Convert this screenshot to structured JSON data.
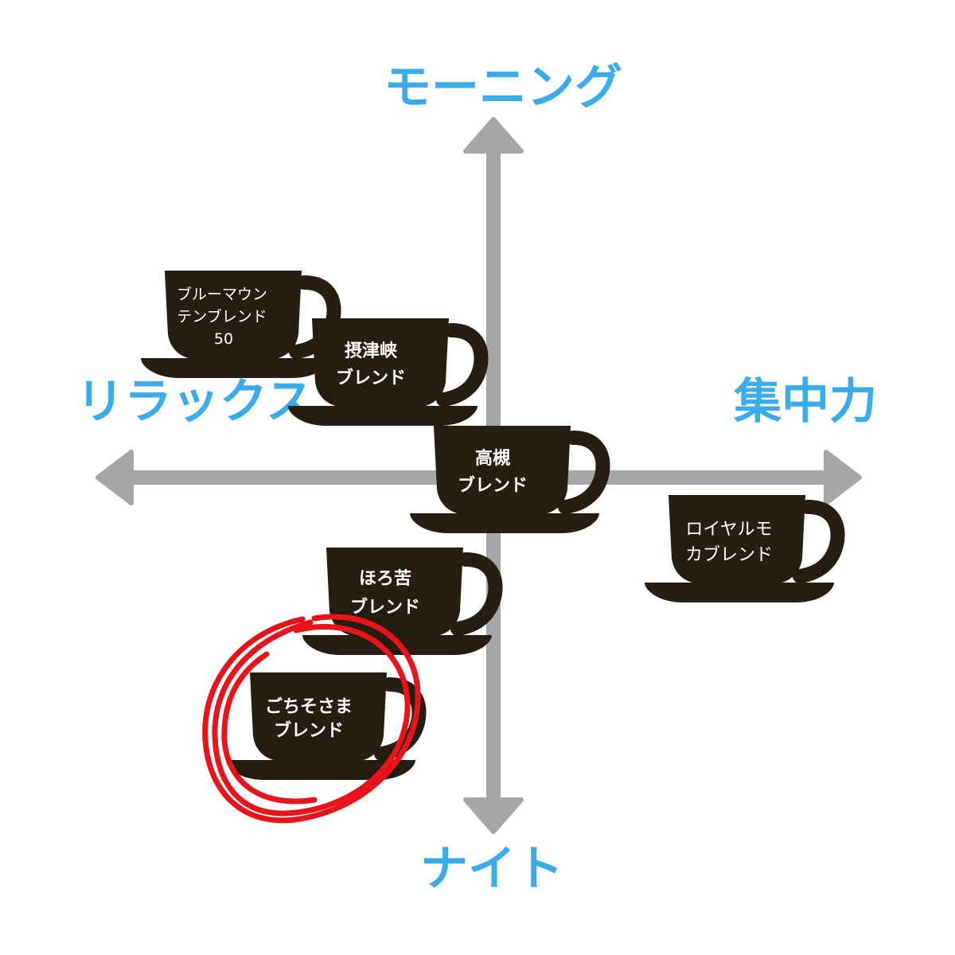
{
  "axes": {
    "top_label": "モーニング",
    "bottom_label": "ナイト",
    "left_label": "リラックス",
    "right_label": "集中力",
    "label_color": "#3aacea",
    "axis_color": "#a6a6a6"
  },
  "cups": {
    "blue_mountain": {
      "line1": "ブルーマウン",
      "line2": "テンブレンド",
      "line3": "50"
    },
    "settsukyo": {
      "line1": "摂津峡",
      "line2": "ブレンド"
    },
    "takatsuki": {
      "line1": "高槻",
      "line2": "ブレンド"
    },
    "royal_mocha": {
      "line1": "ロイヤルモ",
      "line2": "カブレンド"
    },
    "horoniga": {
      "line1": "ほろ苦",
      "line2": "ブレンド"
    },
    "gochisousama": {
      "line1": "ごちそさま",
      "line2": "ブレンド"
    }
  },
  "style": {
    "cup_color": "#261e12",
    "cup_text_color": "#ffffff",
    "highlight_color": "#e8141b"
  }
}
